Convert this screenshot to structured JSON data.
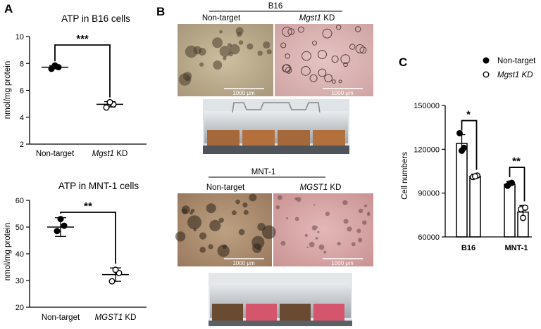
{
  "panels": {
    "a": "A",
    "b": "B",
    "c": "C"
  },
  "chart_data": [
    {
      "type": "scatter",
      "title": "ATP in B16 cells",
      "ylabel": "nmol/mg protein",
      "ylim": [
        2,
        10
      ],
      "yticks": [
        2,
        4,
        6,
        8,
        10
      ],
      "categories": [
        {
          "pre": "Non-target",
          "ital": "",
          "post": ""
        },
        {
          "pre": "",
          "ital": "Mgst1",
          "post": " KD"
        }
      ],
      "series": [
        {
          "marker": "filled",
          "points": [
            7.6,
            7.72,
            7.85
          ],
          "mean": 7.72,
          "sd": 0.12
        },
        {
          "marker": "open",
          "points": [
            4.72,
            4.95,
            5.12
          ],
          "mean": 4.96,
          "sd": 0.2
        }
      ],
      "significance": "***"
    },
    {
      "type": "scatter",
      "title": "ATP in MNT-1 cells",
      "ylabel": "nmol/mg protein",
      "ylim": [
        20,
        60
      ],
      "yticks": [
        20,
        30,
        40,
        50,
        60
      ],
      "categories": [
        {
          "pre": "Non-target",
          "ital": "",
          "post": ""
        },
        {
          "pre": "",
          "ital": "MGST1",
          "post": " KD"
        }
      ],
      "series": [
        {
          "marker": "filled",
          "points": [
            48.5,
            50.5,
            53
          ],
          "mean": 50,
          "sd": 3.5
        },
        {
          "marker": "open",
          "points": [
            29.7,
            32.8,
            34
          ],
          "mean": 32.2,
          "sd": 2.5
        }
      ],
      "significance": "**"
    },
    {
      "type": "bar",
      "ylabel": "Cell numbers",
      "ylim": [
        60000,
        150000
      ],
      "yticks": [
        60000,
        90000,
        120000,
        150000
      ],
      "categories": [
        "B16",
        "MNT-1"
      ],
      "legend": [
        {
          "marker": "filled",
          "label": "Non-target",
          "ital": false
        },
        {
          "marker": "open",
          "label": "Mgst1 KD",
          "ital": true
        }
      ],
      "series": [
        {
          "marker": "filled",
          "values": [
            124000,
            96000
          ],
          "sd": [
            6000,
            2000
          ],
          "points": [
            [
              131000,
              121000,
              119000
            ],
            [
              95000,
              97000,
              96500
            ]
          ]
        },
        {
          "marker": "open",
          "values": [
            101500,
            77000
          ],
          "sd": [
            1500,
            4500
          ],
          "points": [
            [
              101000,
              102000,
              101500
            ],
            [
              79000,
              80000,
              73000
            ]
          ]
        }
      ],
      "significance": [
        "*",
        "**"
      ]
    }
  ],
  "panel_b": {
    "b16": {
      "label": "B16",
      "col_left": {
        "pre": "Non-target",
        "ital": "",
        "post": ""
      },
      "col_right": {
        "pre": "",
        "ital": "Mgst1",
        "post": " KD"
      },
      "scale": "1000 μm"
    },
    "mnt1": {
      "label": "MNT-1",
      "col_left": {
        "pre": "Non-target",
        "ital": "",
        "post": ""
      },
      "col_right": {
        "pre": "",
        "ital": "MGST1",
        "post": " KD"
      },
      "scale": "1000 μm"
    }
  }
}
